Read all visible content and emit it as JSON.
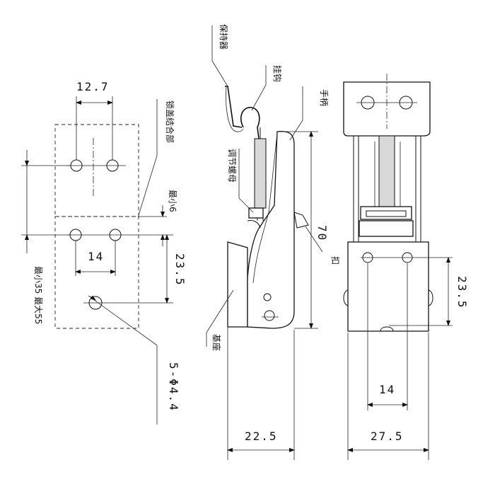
{
  "dimensions": {
    "hole_spacing_top": "12.7",
    "hole_spacing_mid": "14",
    "vertical_mid": "23.5",
    "holes": "5-Φ4.4",
    "height_total": "70",
    "side_width": "22.5",
    "front_spacing": "14",
    "front_vertical": "23.5",
    "front_width": "27.5",
    "min_6": "最小6",
    "min_max": "最小35 最大55"
  },
  "labels": {
    "keeper": "保持器",
    "hook": "挂钩",
    "handle": "手柄",
    "adjust_nut": "调节螺母",
    "mount_part": "锁盖结合部",
    "buckle": "扣",
    "base": "基座"
  }
}
